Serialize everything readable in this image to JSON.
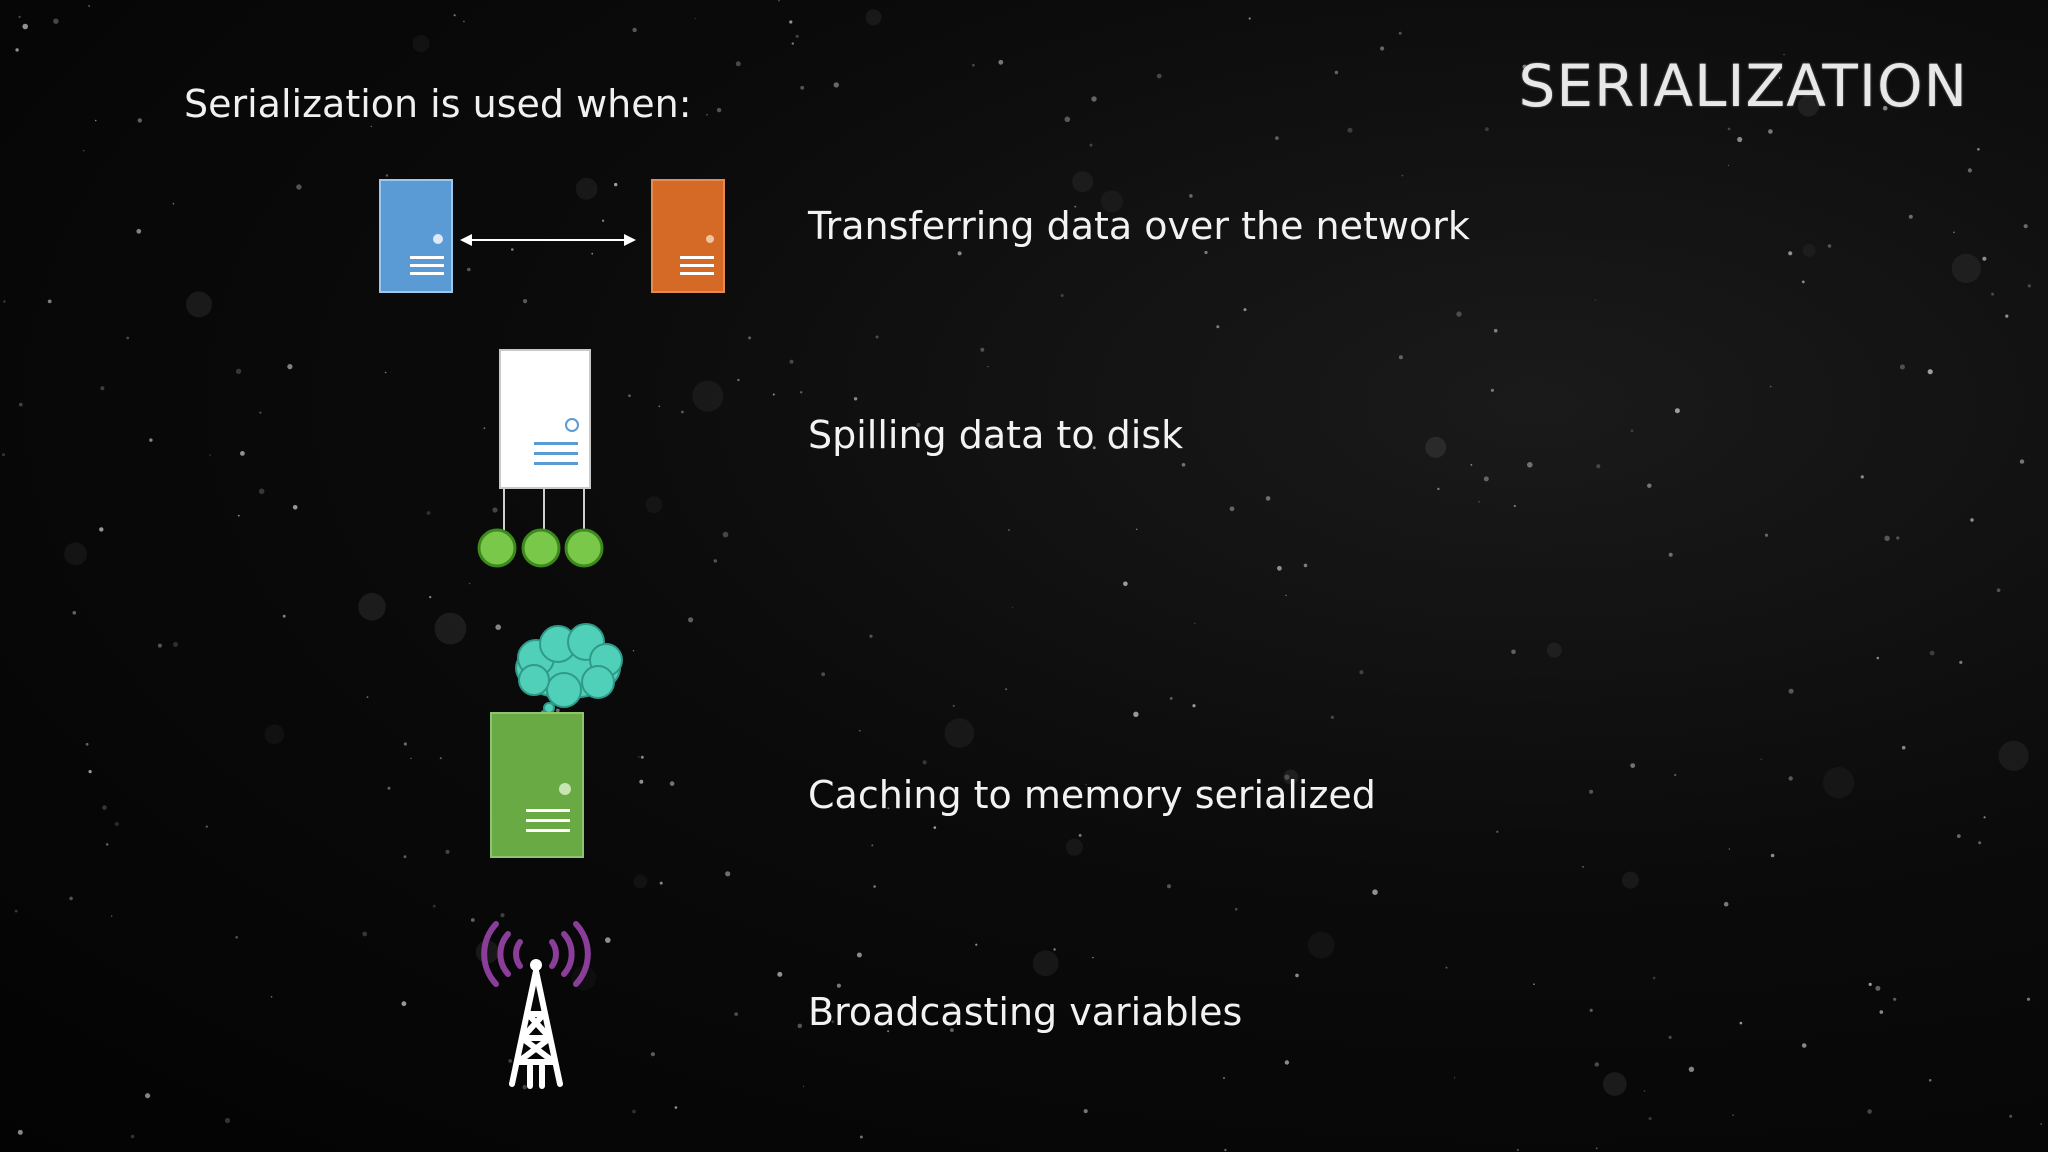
{
  "slide": {
    "title": "SERIALIZATION",
    "intro": "Serialization is used when:",
    "items": [
      {
        "label": "Transferring data over the network",
        "icon": "network-transfer-icon"
      },
      {
        "label": "Spilling data to disk",
        "icon": "disk-spill-icon"
      },
      {
        "label": "Caching to memory serialized",
        "icon": "memory-cache-icon"
      },
      {
        "label": "Broadcasting variables",
        "icon": "broadcast-tower-icon"
      }
    ]
  },
  "colors": {
    "server_blue": "#5b9bd5",
    "server_orange": "#d46a25",
    "server_green": "#6aaa45",
    "disk_green": "#79c84a",
    "cloud_teal": "#50d0b8",
    "signal_purple": "#8a3e99"
  }
}
